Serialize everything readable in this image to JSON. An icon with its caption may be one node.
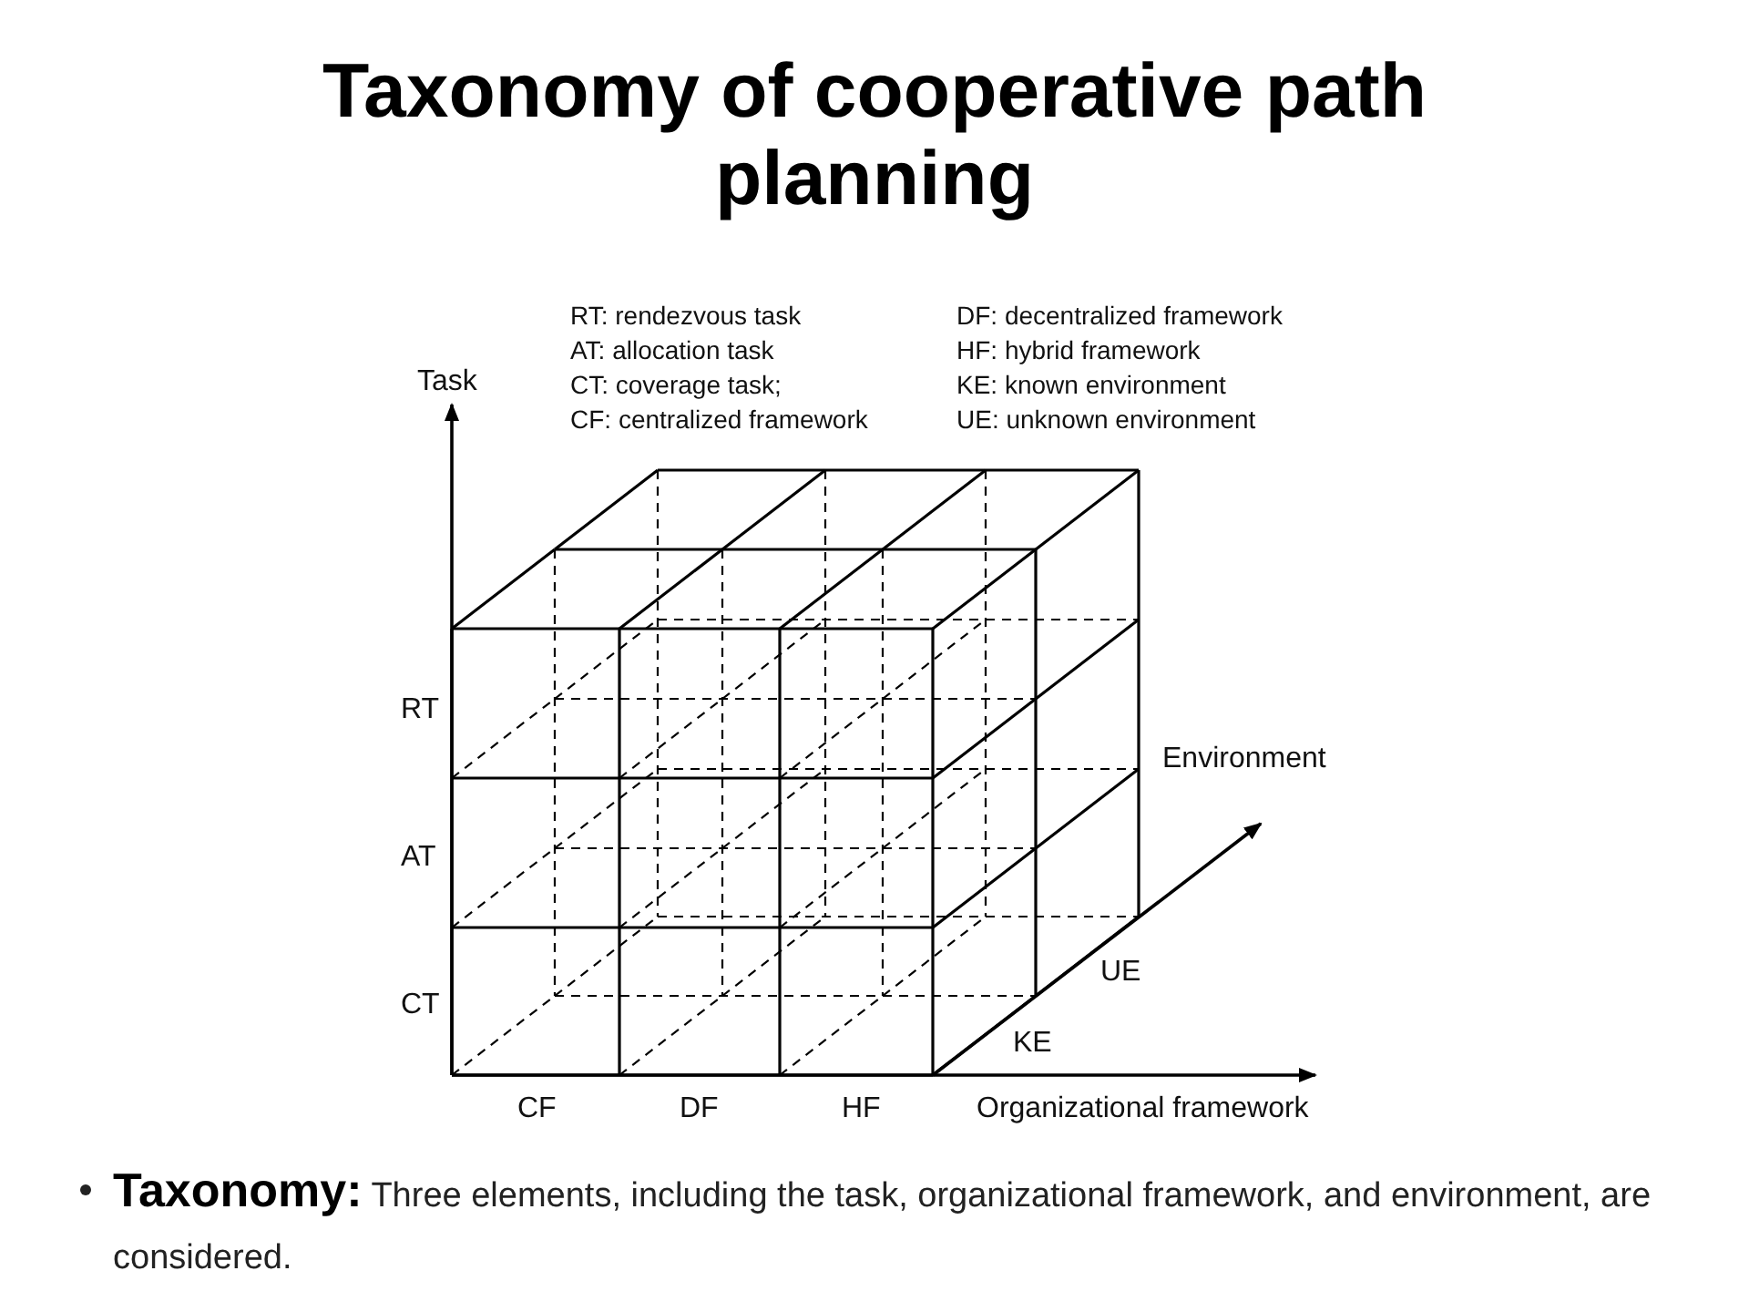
{
  "diagram": {
    "title": "Taxonomy of cooperative path planning",
    "labels": [
      "RT: rendezvous task",
      "AT: allocation task",
      "CT: coverage task;",
      "CF: centralized framework",
      "DF: decentralized framework",
      "HF: hybrid framework",
      "KE: known environment",
      "UE: unknown environment",
      "Task",
      "RT",
      "AT",
      "CT",
      "CF",
      "DF",
      "HF",
      "Organizational framework",
      "Environment",
      "UE",
      "KE",
      "**Taxonomy:** Three elements, including the task, organizational framework, and environment, are considered."
    ]
  }
}
